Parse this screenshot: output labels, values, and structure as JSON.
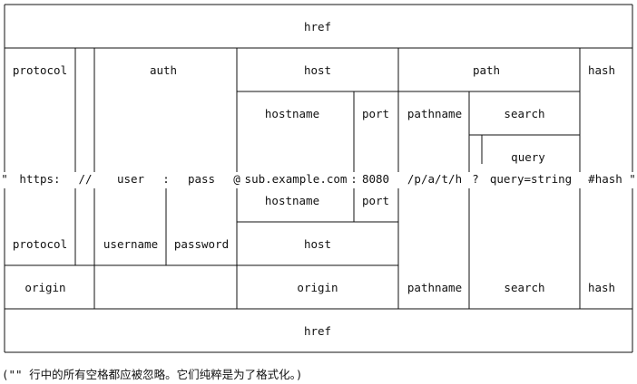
{
  "diagram": {
    "top": {
      "href": "href"
    },
    "parts_row": {
      "protocol": "protocol",
      "auth": "auth",
      "host": "host",
      "path": "path",
      "hash": "hash"
    },
    "sub_row": {
      "hostname": "hostname",
      "port": "port",
      "pathname": "pathname",
      "search": "search"
    },
    "query_label": "query",
    "url": {
      "open_quote": "\"",
      "protocol": "https:",
      "slashes": "//",
      "user": "user",
      "colon": ":",
      "pass": "pass",
      "at": "@",
      "hostname": "sub.example.com",
      "port_colon": ":",
      "port": "8080",
      "pathname": "/p/a/t/h",
      "question": "?",
      "query": "query=string",
      "hash": "#hash",
      "close_quote": "\""
    },
    "lower_sub_row": {
      "hostname": "hostname",
      "port": "port"
    },
    "lower_row": {
      "protocol": "protocol",
      "username": "username",
      "password": "password",
      "host": "host"
    },
    "origin_row": {
      "origin_left": "origin",
      "origin_mid": "origin",
      "pathname": "pathname",
      "search": "search",
      "hash": "hash"
    },
    "bottom": {
      "href": "href"
    }
  },
  "footnote": "(\"\" 行中的所有空格都应被忽略。它们纯粹是为了格式化。)"
}
